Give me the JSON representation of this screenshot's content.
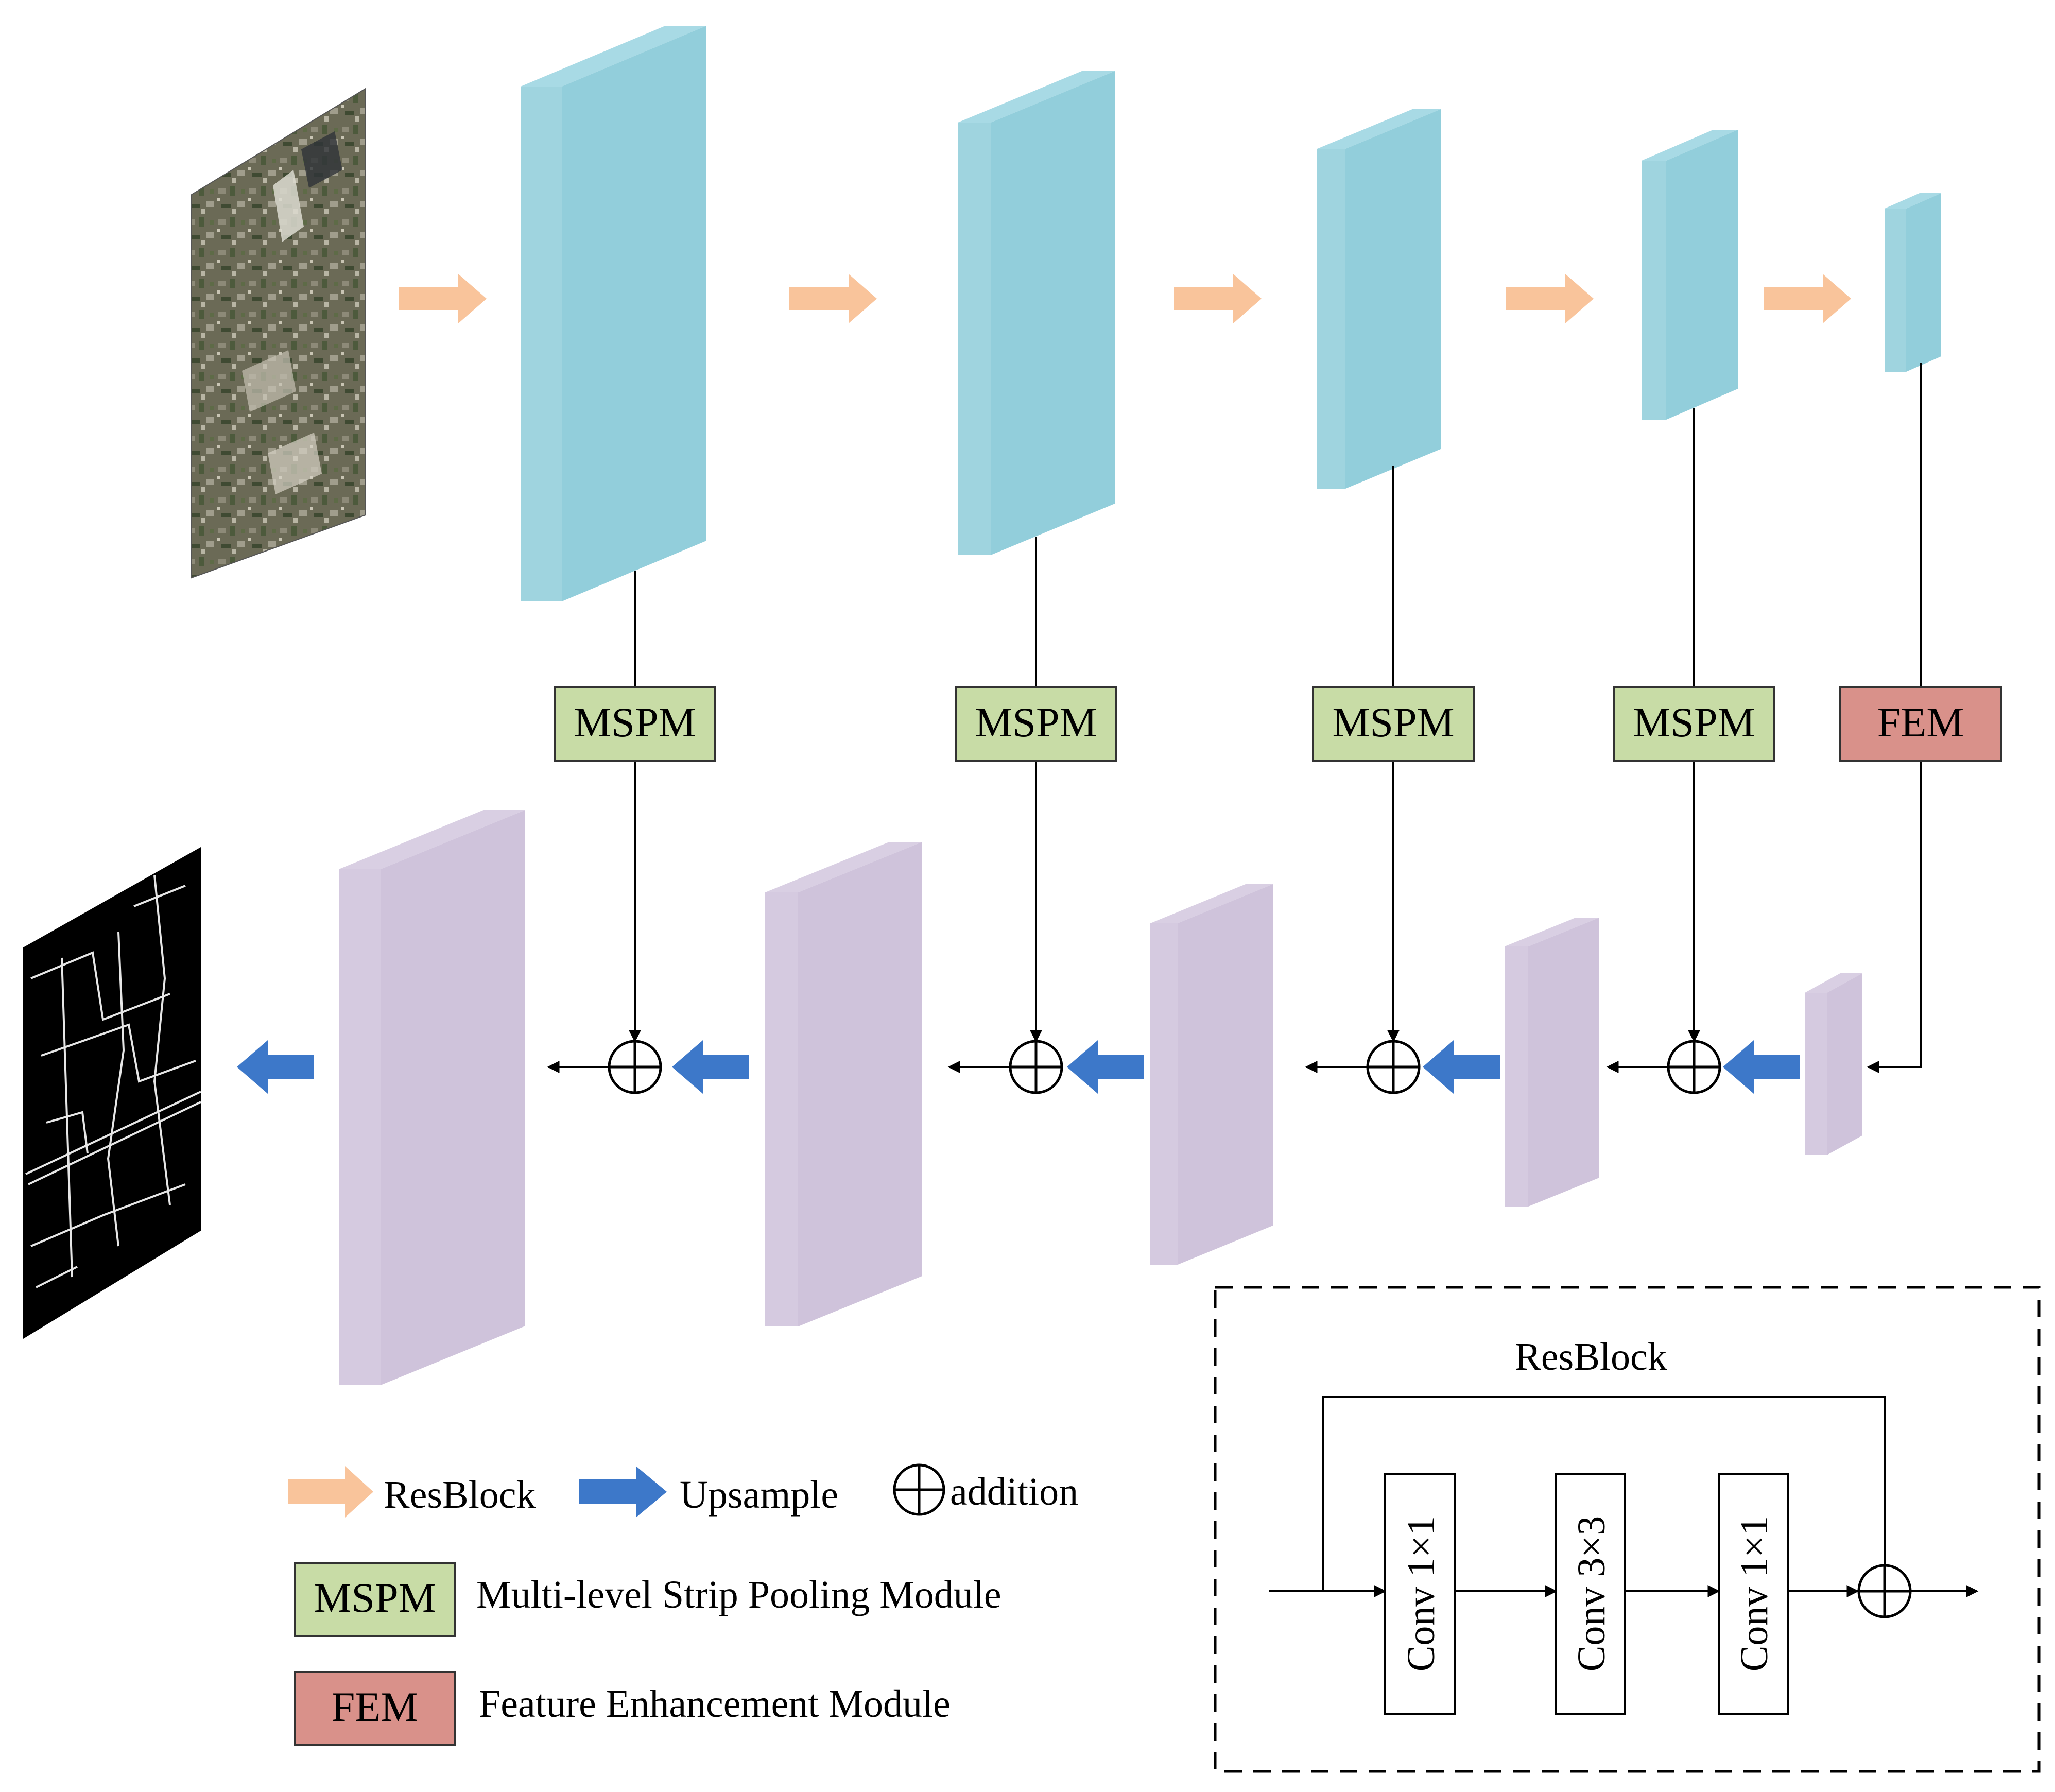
{
  "encoder": {
    "module_labels": [
      "MSPM",
      "MSPM",
      "MSPM",
      "MSPM",
      "FEM"
    ]
  },
  "legend": {
    "resblock_label": "ResBlock",
    "upsample_label": "Upsample",
    "addition_label": "addition",
    "mspm_abbr": "MSPM",
    "mspm_full": "Multi-level Strip Pooling Module",
    "fem_abbr": "FEM",
    "fem_full": "Feature Enhancement Module"
  },
  "resblock_detail": {
    "title": "ResBlock",
    "convs": [
      "Conv 1×1",
      "Conv 3×3",
      "Conv 1×1"
    ]
  },
  "colors": {
    "encoder_fill": "#92cedb",
    "decoder_fill": "#cfc3db",
    "resblock_arrow": "#f9c49b",
    "upsample_arrow": "#3d78c9",
    "mspm_fill": "#c8dca6",
    "fem_fill": "#d9918a",
    "line": "#000000"
  },
  "icons": {
    "input_image": "satellite-image-icon",
    "output_image": "road-mask-icon"
  }
}
